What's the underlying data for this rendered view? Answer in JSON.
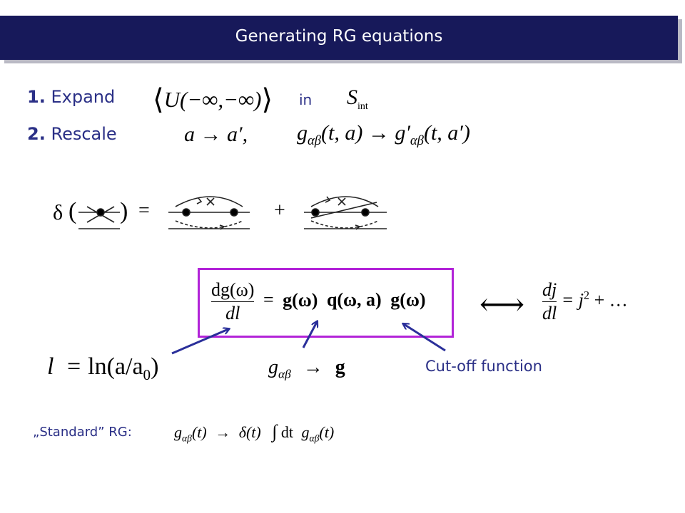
{
  "title": "Generating RG equations",
  "step1": {
    "number": "1.",
    "label": "Expand",
    "bracket_expr": "U(−∞,−∞)",
    "connector": "in",
    "s_symbol": "S",
    "s_sub": "int"
  },
  "step2": {
    "number": "2.",
    "label": "Rescale",
    "expr_a": "a → a′,",
    "g_sym": "g",
    "g_sub": "αβ",
    "g_args": "(t, a)",
    "arrow": "→",
    "g_prime": "g′",
    "g_prime_sub": "αβ",
    "g_prime_args": "(t, a′)"
  },
  "diagram": {
    "delta": "δ",
    "equals": "=",
    "plus": "+"
  },
  "rg_equation": {
    "num": "dg(ω)",
    "den": "dl",
    "equals": "=",
    "rhs_g1": "g(ω)",
    "rhs_q": "q(ω, a)",
    "rhs_g2": "g(ω)"
  },
  "double_arrow": "⟷",
  "poor_man": {
    "num": "dj",
    "den": "dl",
    "rhs": "= j",
    "power": "2",
    "tail": "+ …"
  },
  "l_def": {
    "lhs": "l",
    "equals": "=",
    "rhs": "ln(a/a",
    "sub": "0",
    "close": ")"
  },
  "g_map": {
    "g": "g",
    "sub": "αβ",
    "arrow": "→",
    "bold_g": "g"
  },
  "cutoff_label": "Cut-off function",
  "standard": {
    "label": "„Standard” RG:",
    "g": "g",
    "sub": "αβ",
    "args": "(t)",
    "arrow": "→",
    "delta": "δ(t)",
    "integral": "∫",
    "dt": "dt",
    "g2": "g",
    "sub2": "αβ",
    "args2": "(t)"
  },
  "colors": {
    "title_bar": "#17195a",
    "accent_blue": "#2a2f86",
    "highlight_box": "#b223d8",
    "arrow_blue": "#2a2f9a"
  }
}
